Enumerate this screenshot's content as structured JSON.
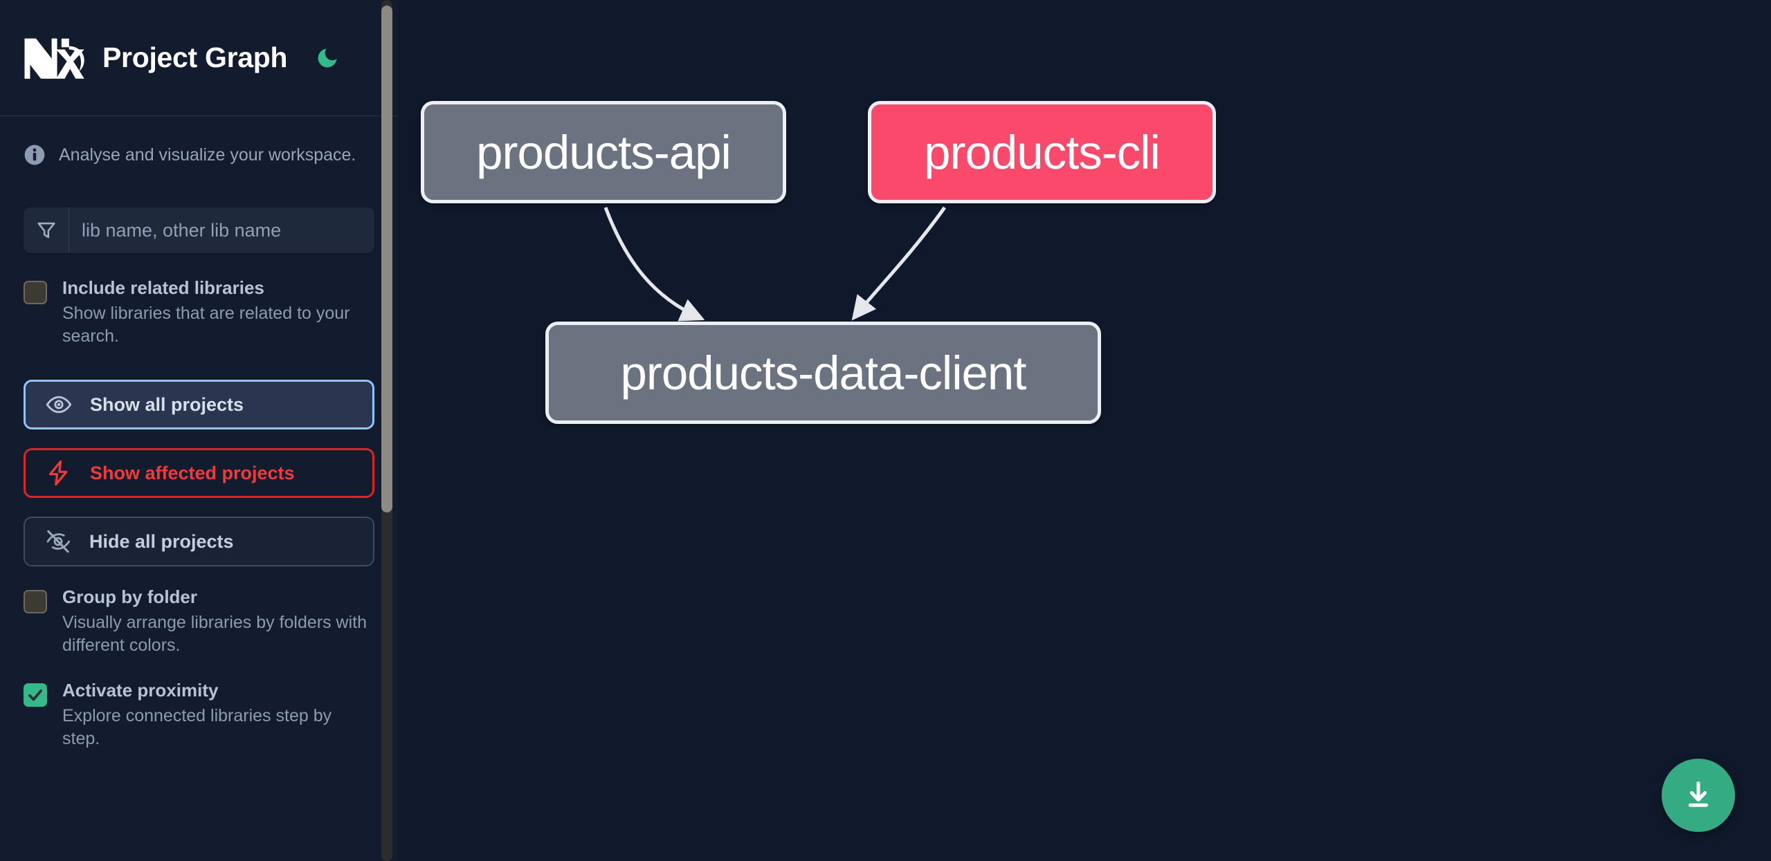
{
  "app": {
    "title": "Project Graph",
    "logo_icon": "nx-logo-icon",
    "theme_toggle_icon": "moon-icon",
    "theme_accent": "#34b98a",
    "background": "#10192c",
    "sidebar_background": "#131c2f"
  },
  "sidebar": {
    "info": {
      "icon": "info-circle-icon",
      "text": "Analyse and visualize your workspace."
    },
    "filter": {
      "icon": "funnel-filter-icon",
      "placeholder": "lib name, other lib name",
      "value": ""
    },
    "options": [
      {
        "name": "include-related-libraries",
        "title": "Include related libraries",
        "description": "Show libraries that are related to your search.",
        "checked": false
      },
      {
        "name": "group-by-folder",
        "title": "Group by folder",
        "description": "Visually arrange libraries by folders with different colors.",
        "checked": false
      },
      {
        "name": "activate-proximity",
        "title": "Activate proximity",
        "description": "Explore connected libraries step by step.",
        "checked": true
      }
    ],
    "buttons": [
      {
        "name": "show-all-projects",
        "label": "Show all projects",
        "icon": "eye-icon",
        "style": "primary",
        "border_color": "#93c5fd"
      },
      {
        "name": "show-affected-projects",
        "label": "Show affected projects",
        "icon": "lightning-bolt-icon",
        "style": "danger",
        "border_color": "#dc2626",
        "text_color": "#f03b3b"
      },
      {
        "name": "hide-all-projects",
        "label": "Hide all projects",
        "icon": "eye-off-icon",
        "style": "ghost",
        "border_color": "#3d4b64"
      }
    ],
    "scrollbar": {
      "name": "sidebar-scrollbar",
      "thumb_color": "#8b8b84"
    }
  },
  "graph": {
    "nodes": [
      {
        "id": "products-api",
        "label": "products-api",
        "color": "#6b7280",
        "affected": false
      },
      {
        "id": "products-cli",
        "label": "products-cli",
        "color": "#f94a6c",
        "affected": true
      },
      {
        "id": "products-data-client",
        "label": "products-data-client",
        "color": "#6b7280",
        "affected": false
      }
    ],
    "edges": [
      {
        "from": "products-api",
        "to": "products-data-client"
      },
      {
        "from": "products-cli",
        "to": "products-data-client"
      }
    ],
    "edge_color": "#e5e7eb",
    "download_button": {
      "name": "download-graph-button",
      "icon": "download-icon",
      "color": "#35ab83"
    }
  }
}
